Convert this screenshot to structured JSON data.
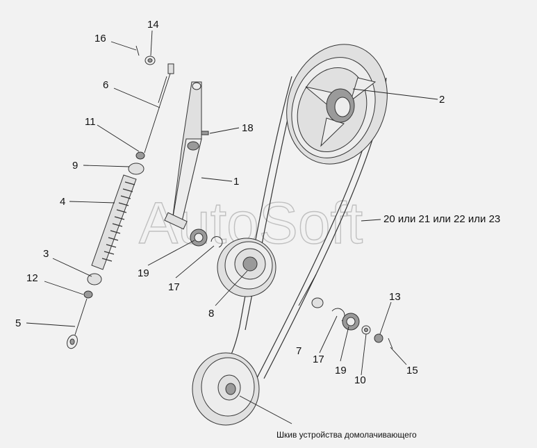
{
  "watermark": "AutoSoft",
  "labels": {
    "l1": "1",
    "l2": "2",
    "l3": "3",
    "l4": "4",
    "l5": "5",
    "l6": "6",
    "l7": "7",
    "l8": "8",
    "l9": "9",
    "l10": "10",
    "l11": "11",
    "l12": "12",
    "l13": "13",
    "l14": "14",
    "l15": "15",
    "l16": "16",
    "l17a": "17",
    "l17b": "17",
    "l18": "18",
    "l19a": "19",
    "l19b": "19",
    "l20": "20 или 21 или 22 или 23"
  },
  "caption": "Шкив устройства домолачивающего"
}
